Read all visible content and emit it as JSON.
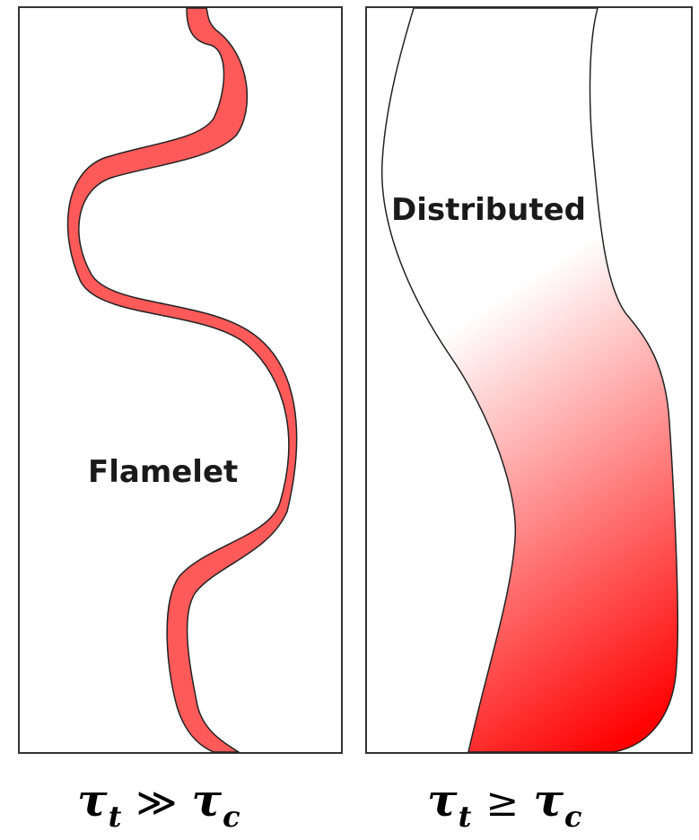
{
  "panels": {
    "left": {
      "label": "Flamelet",
      "formula": {
        "lhs_symbol": "τ",
        "lhs_subscript": "t",
        "operator": "≫",
        "rhs_symbol": "τ",
        "rhs_subscript": "c"
      }
    },
    "right": {
      "label": "Distributed",
      "formula": {
        "lhs_symbol": "τ",
        "lhs_subscript": "t",
        "operator": "≥",
        "rhs_symbol": "τ",
        "rhs_subscript": "c"
      }
    }
  },
  "colors": {
    "flame_fill": "#ff5a5a",
    "flame_outline": "#222222",
    "gradient_start": "#ffffff",
    "gradient_end": "#ff0000",
    "frame": "#333333"
  }
}
